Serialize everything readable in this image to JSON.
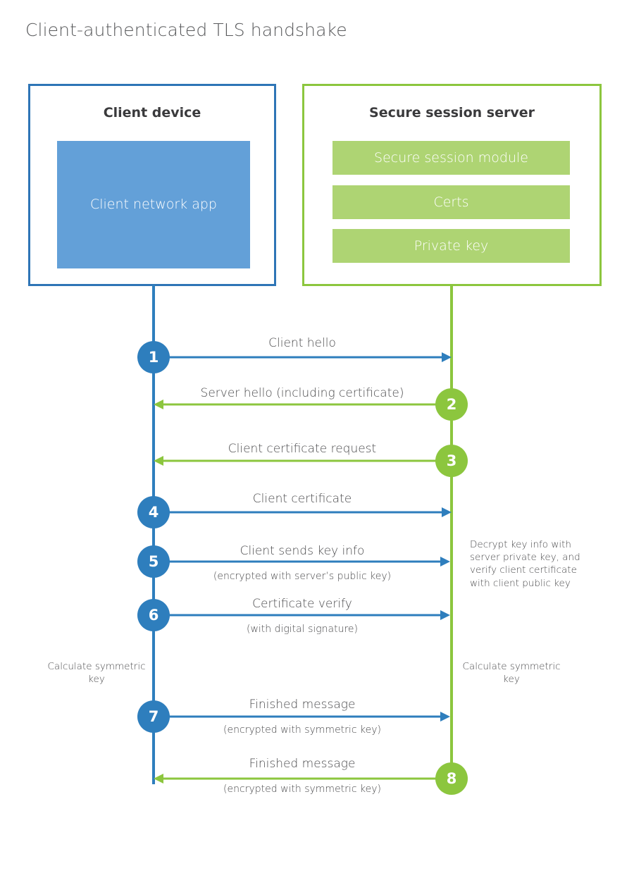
{
  "title": "Client-authenticated TLS handshake",
  "colors": {
    "client_blue_border": "#2e75b6",
    "client_blue_fill": "#63a0d8",
    "server_green_border": "#8cc63e",
    "server_green_fill": "#aed473",
    "circle_blue": "#2e7ebd",
    "circle_green": "#8cc63e",
    "text_gray": "#4a4a4c",
    "title_gray": "#58595b"
  },
  "client_panel": {
    "title": "Client device",
    "app_block": "Client network app"
  },
  "server_panel": {
    "title": "Secure session server",
    "blocks": [
      {
        "label": "Secure session module"
      },
      {
        "label": "Certs"
      },
      {
        "label": "Private key"
      }
    ]
  },
  "steps": [
    {
      "number": "1",
      "label": "Client hello",
      "sublabel": "",
      "direction": "client-to-server",
      "color": "blue"
    },
    {
      "number": "2",
      "label": "Server hello (including certificate)",
      "sublabel": "",
      "direction": "server-to-client",
      "color": "green"
    },
    {
      "number": "3",
      "label": "Client certificate request",
      "sublabel": "",
      "direction": "server-to-client",
      "color": "green"
    },
    {
      "number": "4",
      "label": "Client certificate",
      "sublabel": "",
      "direction": "client-to-server",
      "color": "blue"
    },
    {
      "number": "5",
      "label": "Client sends key info",
      "sublabel": "(encrypted with server’s public key)",
      "direction": "client-to-server",
      "color": "blue"
    },
    {
      "number": "6",
      "label": "Certificate verify",
      "sublabel": "(with digital signature)",
      "direction": "client-to-server",
      "color": "blue"
    },
    {
      "number": "7",
      "label": "Finished message",
      "sublabel": "(encrypted with symmetric key)",
      "direction": "client-to-server",
      "color": "blue"
    },
    {
      "number": "8",
      "label": "Finished message",
      "sublabel": "(encrypted with symmetric key)",
      "direction": "server-to-client",
      "color": "green"
    }
  ],
  "annotations": {
    "server_decrypt_note": "Decrypt key info with server private key, and verify client certificate with client public key",
    "client_calculate_note": "Calculate symmetric key",
    "server_calculate_note": "Calculate symmetric key"
  }
}
